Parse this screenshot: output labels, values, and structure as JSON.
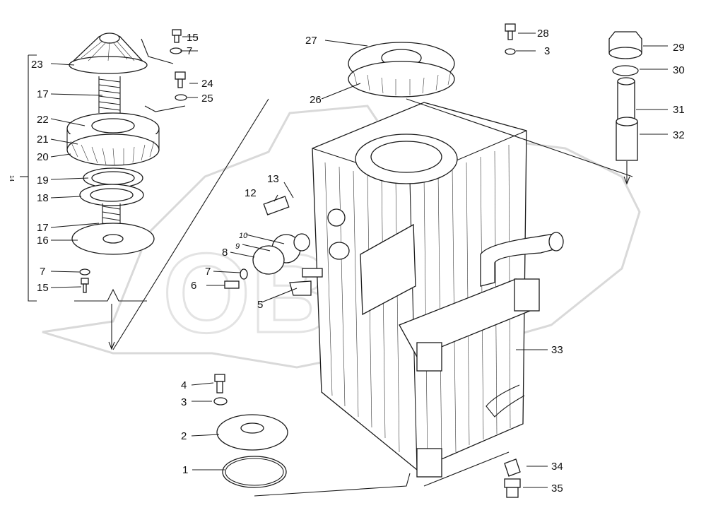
{
  "watermark": "ОВК",
  "side_marker": "14",
  "callouts": [
    {
      "text": "15"
    },
    {
      "text": "7"
    },
    {
      "text": "23"
    },
    {
      "text": "24"
    },
    {
      "text": "25"
    },
    {
      "text": "17"
    },
    {
      "text": "22"
    },
    {
      "text": "21"
    },
    {
      "text": "20"
    },
    {
      "text": "19"
    },
    {
      "text": "18"
    },
    {
      "text": "17"
    },
    {
      "text": "16"
    },
    {
      "text": "7"
    },
    {
      "text": "15"
    },
    {
      "text": "27"
    },
    {
      "text": "26"
    },
    {
      "text": "28"
    },
    {
      "text": "3"
    },
    {
      "text": "29"
    },
    {
      "text": "30"
    },
    {
      "text": "31"
    },
    {
      "text": "32"
    },
    {
      "text": "13"
    },
    {
      "text": "12"
    },
    {
      "text": "10"
    },
    {
      "text": "9"
    },
    {
      "text": "8"
    },
    {
      "text": "7"
    },
    {
      "text": "6"
    },
    {
      "text": "5"
    },
    {
      "text": "33"
    },
    {
      "text": "4"
    },
    {
      "text": "3"
    },
    {
      "text": "2"
    },
    {
      "text": "1"
    },
    {
      "text": "34"
    },
    {
      "text": "35"
    }
  ]
}
